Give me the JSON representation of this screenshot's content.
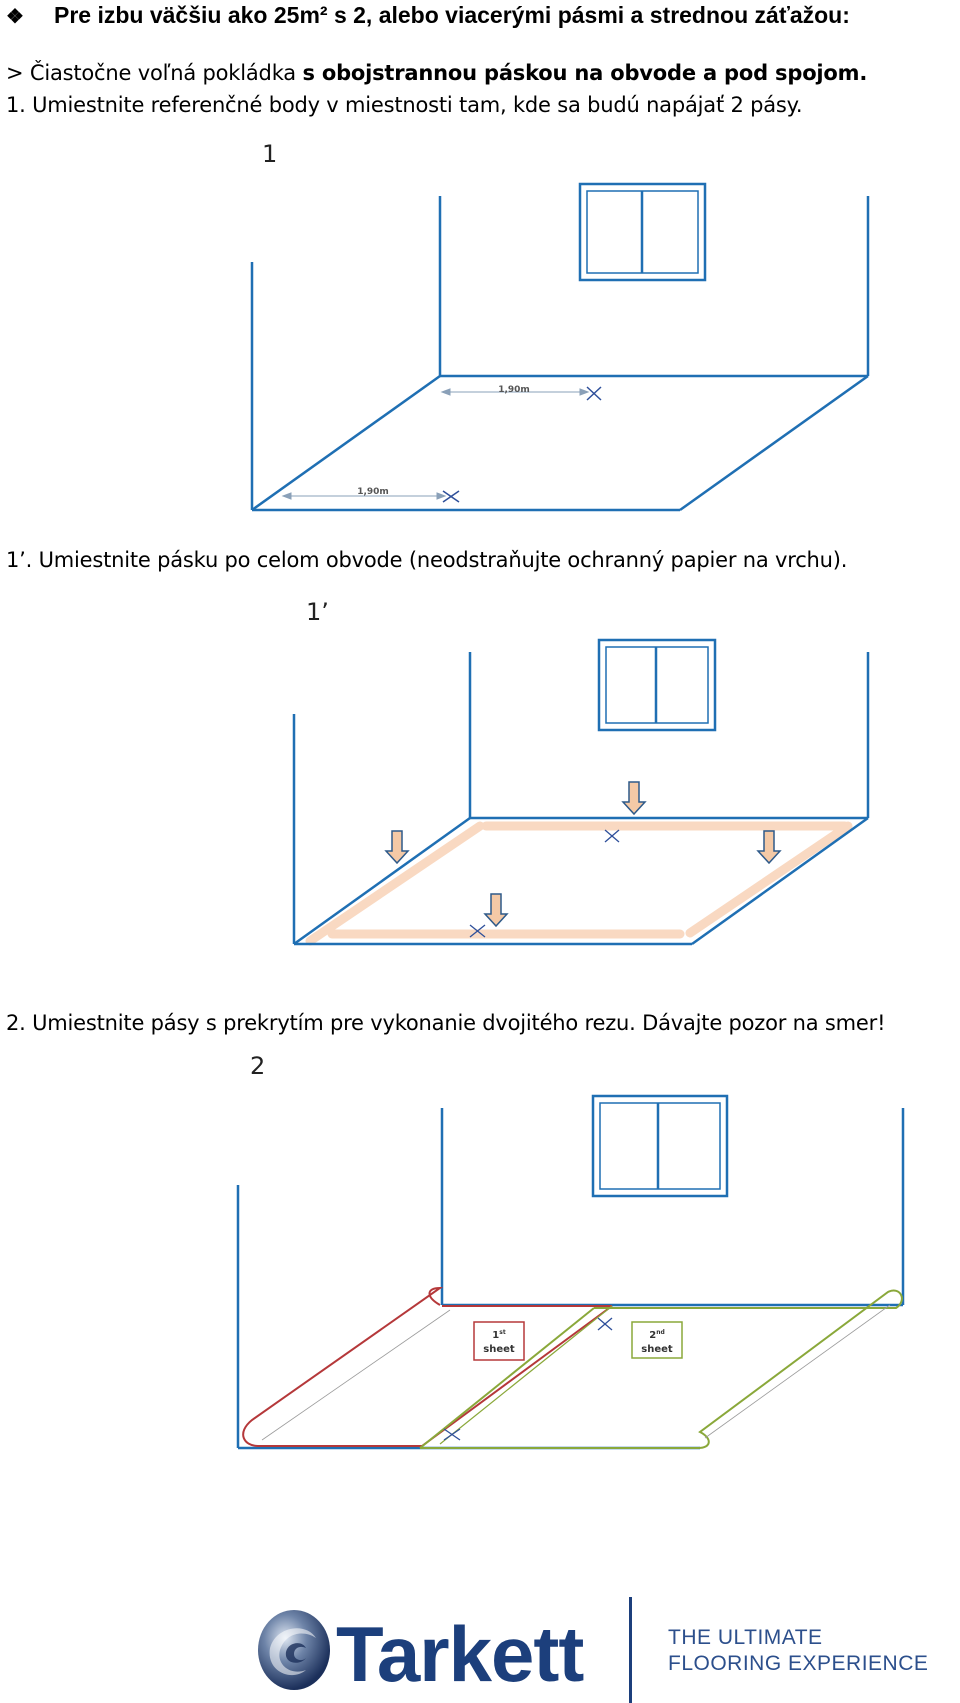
{
  "header": {
    "bullet": "❖",
    "title": "Pre izbu väčšiu ako 25m² s 2, alebo viacerými pásmi a strednou záťažou:"
  },
  "intro": {
    "normal": "> Čiastočne voľná pokládka ",
    "bold": "s obojstrannou páskou na obvode a pod spojom."
  },
  "steps": [
    {
      "text": "1. Umiestnite referenčné body v miestnosti tam, kde sa budú napájať 2 pásy.",
      "figure_label": "1",
      "measure_1": "1,90m",
      "measure_2": "1,90m"
    },
    {
      "text": "1’. Umiestnite pásku po celom obvode (neodstraňujte ochranný papier na vrchu).",
      "figure_label": "1’"
    },
    {
      "text": "2. Umiestnite pásy s prekrytím pre vykonanie dvojitého rezu. Dávajte pozor na smer!",
      "figure_label": "2",
      "sheet_1": {
        "num": "1",
        "sup": "st",
        "word": "sheet"
      },
      "sheet_2": {
        "num": "2",
        "sup": "nd",
        "word": "sheet"
      }
    }
  ],
  "footer": {
    "brand": "Tarkett",
    "tagline_1": "THE ULTIMATE",
    "tagline_2": "FLOORING EXPERIENCE"
  },
  "colors": {
    "wall_line": "#1f6fb3",
    "tape": "#f9d9c2",
    "sheet_1": "#b5383a",
    "sheet_2": "#8aa83a",
    "brand": "#1c3f7c"
  }
}
